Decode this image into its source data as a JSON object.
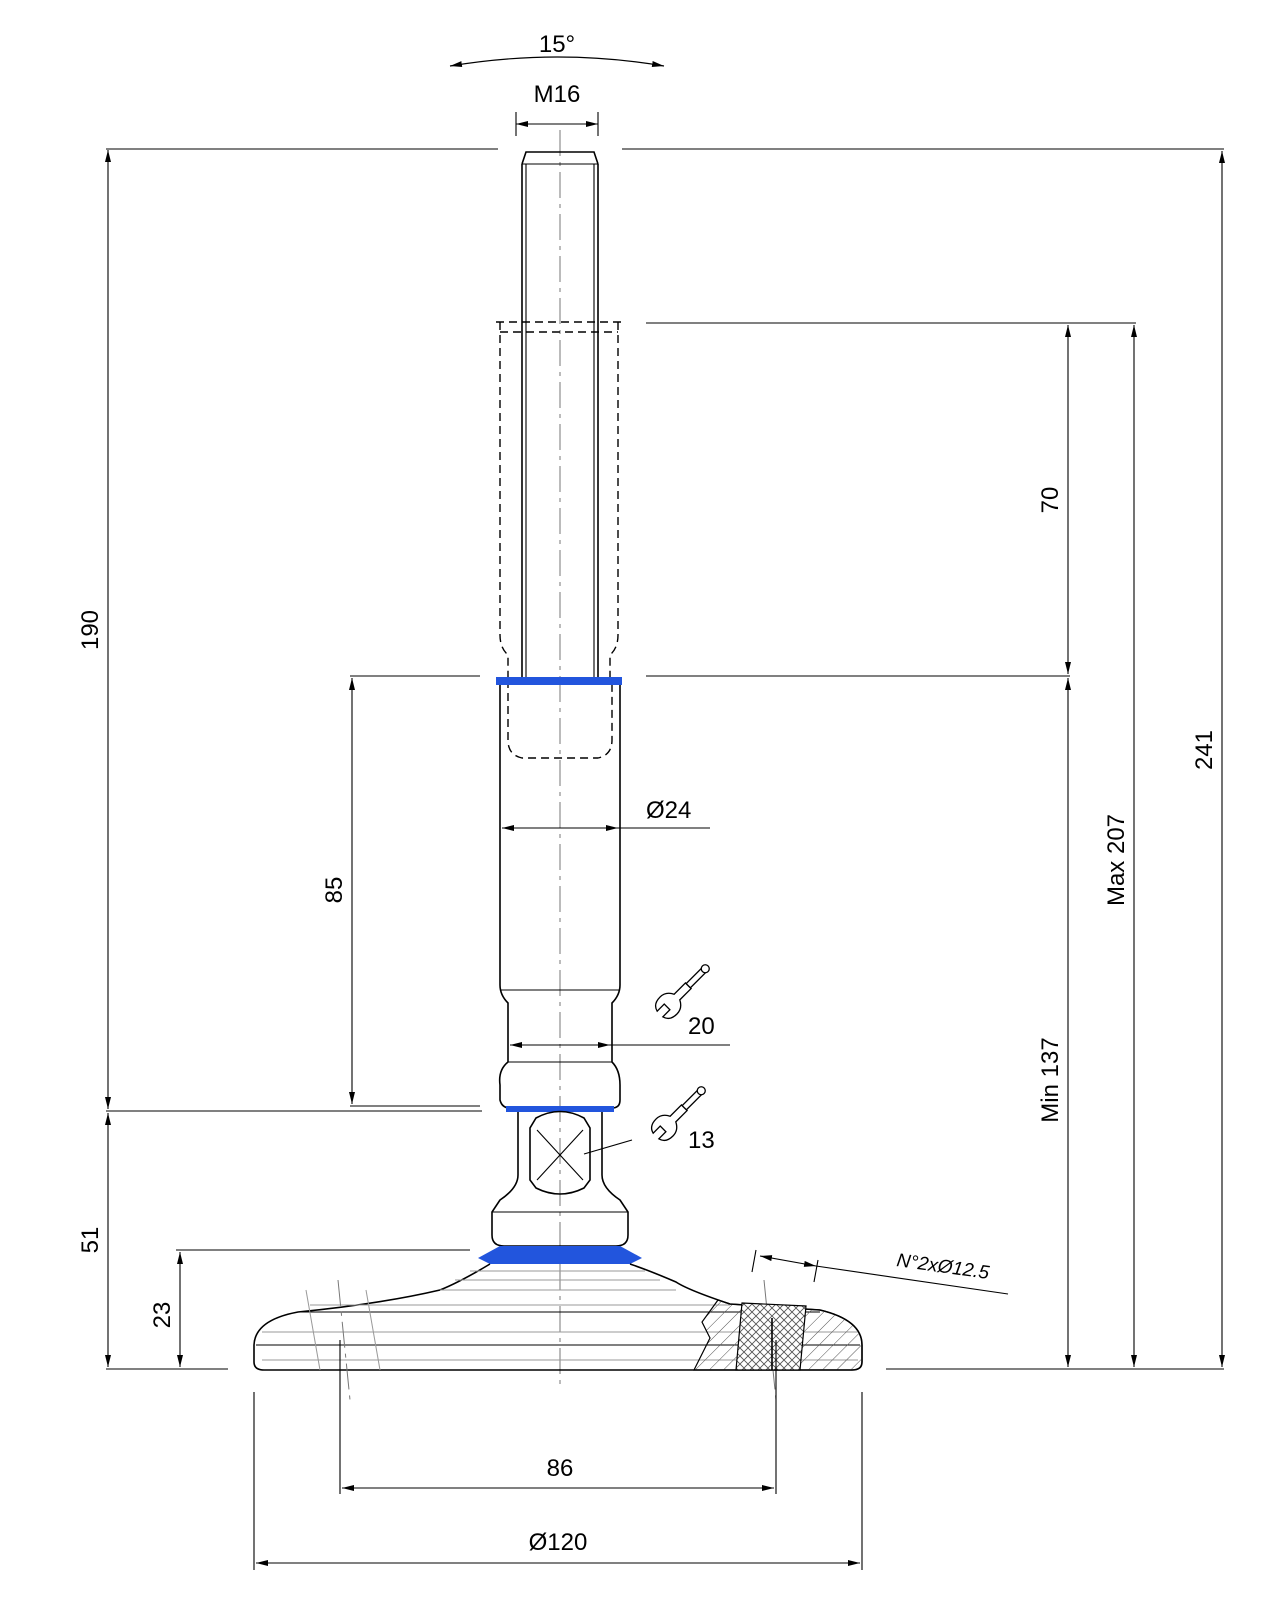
{
  "colors": {
    "line": "#000000",
    "seal": "#2255dd",
    "hatch": "#555555",
    "center": "#777777",
    "background": "#ffffff"
  },
  "icons": [
    "wrench-icon",
    "wrench-icon"
  ],
  "dimensions": {
    "angle": "15°",
    "thread": "M16",
    "overall_height": "241",
    "stem_height": "190",
    "max_height": "Max 207",
    "min_height": "Min 137",
    "adjust_length": "70",
    "body_length": "85",
    "body_diameter": "Ø24",
    "wrench_body": "20",
    "wrench_ball": "13",
    "joint_height": "51",
    "base_height": "23",
    "hole_spacing": "86",
    "base_diameter": "Ø120",
    "holes_note": "N°2xØ12.5"
  }
}
